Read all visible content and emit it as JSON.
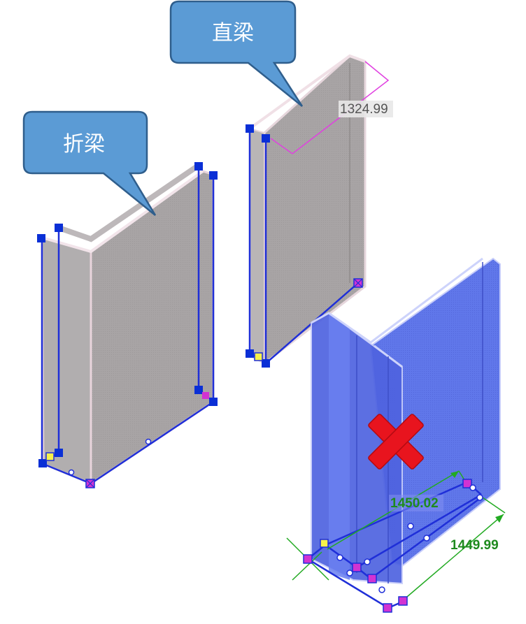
{
  "callouts": {
    "straight_beam": "直梁",
    "folded_beam": "折梁"
  },
  "dimensions": {
    "straight_length": "1324.99",
    "leg_length_1": "1450.02",
    "leg_length_2": "1449.99"
  },
  "colors": {
    "callout_fill": "#5B9BD5",
    "callout_stroke": "#2F5E8C",
    "plate_gray": "#A9A5A6",
    "selection_blue": "#1F2FD8",
    "handle_blue": "#0A2FD6",
    "handle_magenta": "#D233D2",
    "blue_part": "#5F74E8",
    "dim_green": "#22AA22",
    "dim_magenta": "#E040E0",
    "invalid_red": "#E8141E"
  },
  "status": {
    "invalid_icon": "red-x-icon"
  }
}
